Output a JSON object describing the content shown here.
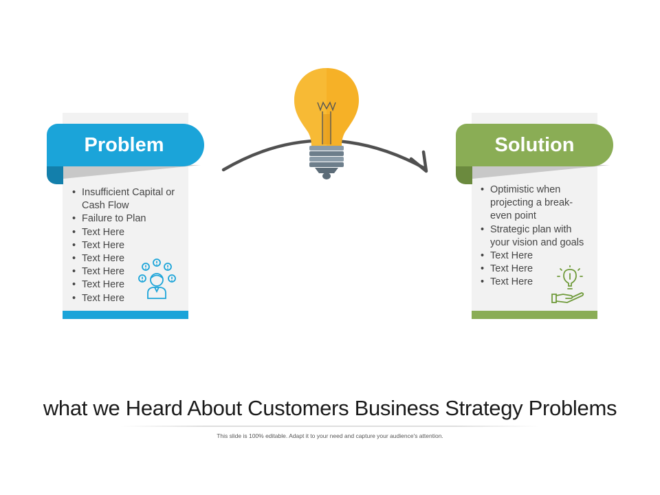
{
  "problem": {
    "heading": "Problem",
    "items": [
      "Insufficient  Capital or Cash Flow",
      "Failure to Plan",
      "Text  Here",
      "Text  Here",
      "Text  Here",
      "Text  Here",
      "Text  Here",
      "Text  Here"
    ],
    "color": "#1ba4d9"
  },
  "solution": {
    "heading": "Solution",
    "items": [
      "Optimistic when projecting a break-even point",
      "Strategic plan with your vision and goals",
      "Text Here",
      "Text Here",
      "Text Here"
    ],
    "color": "#8aad55"
  },
  "icons": {
    "center": "lightbulb-icon",
    "problem": "person-with-alerts-icon",
    "solution": "idea-in-hand-icon",
    "connector": "curved-arrow-icon"
  },
  "footer": {
    "title": "what we Heard About Customers Business Strategy Problems",
    "subtitle": "This slide is 100% editable. Adapt it to your need and capture your audience's attention."
  }
}
